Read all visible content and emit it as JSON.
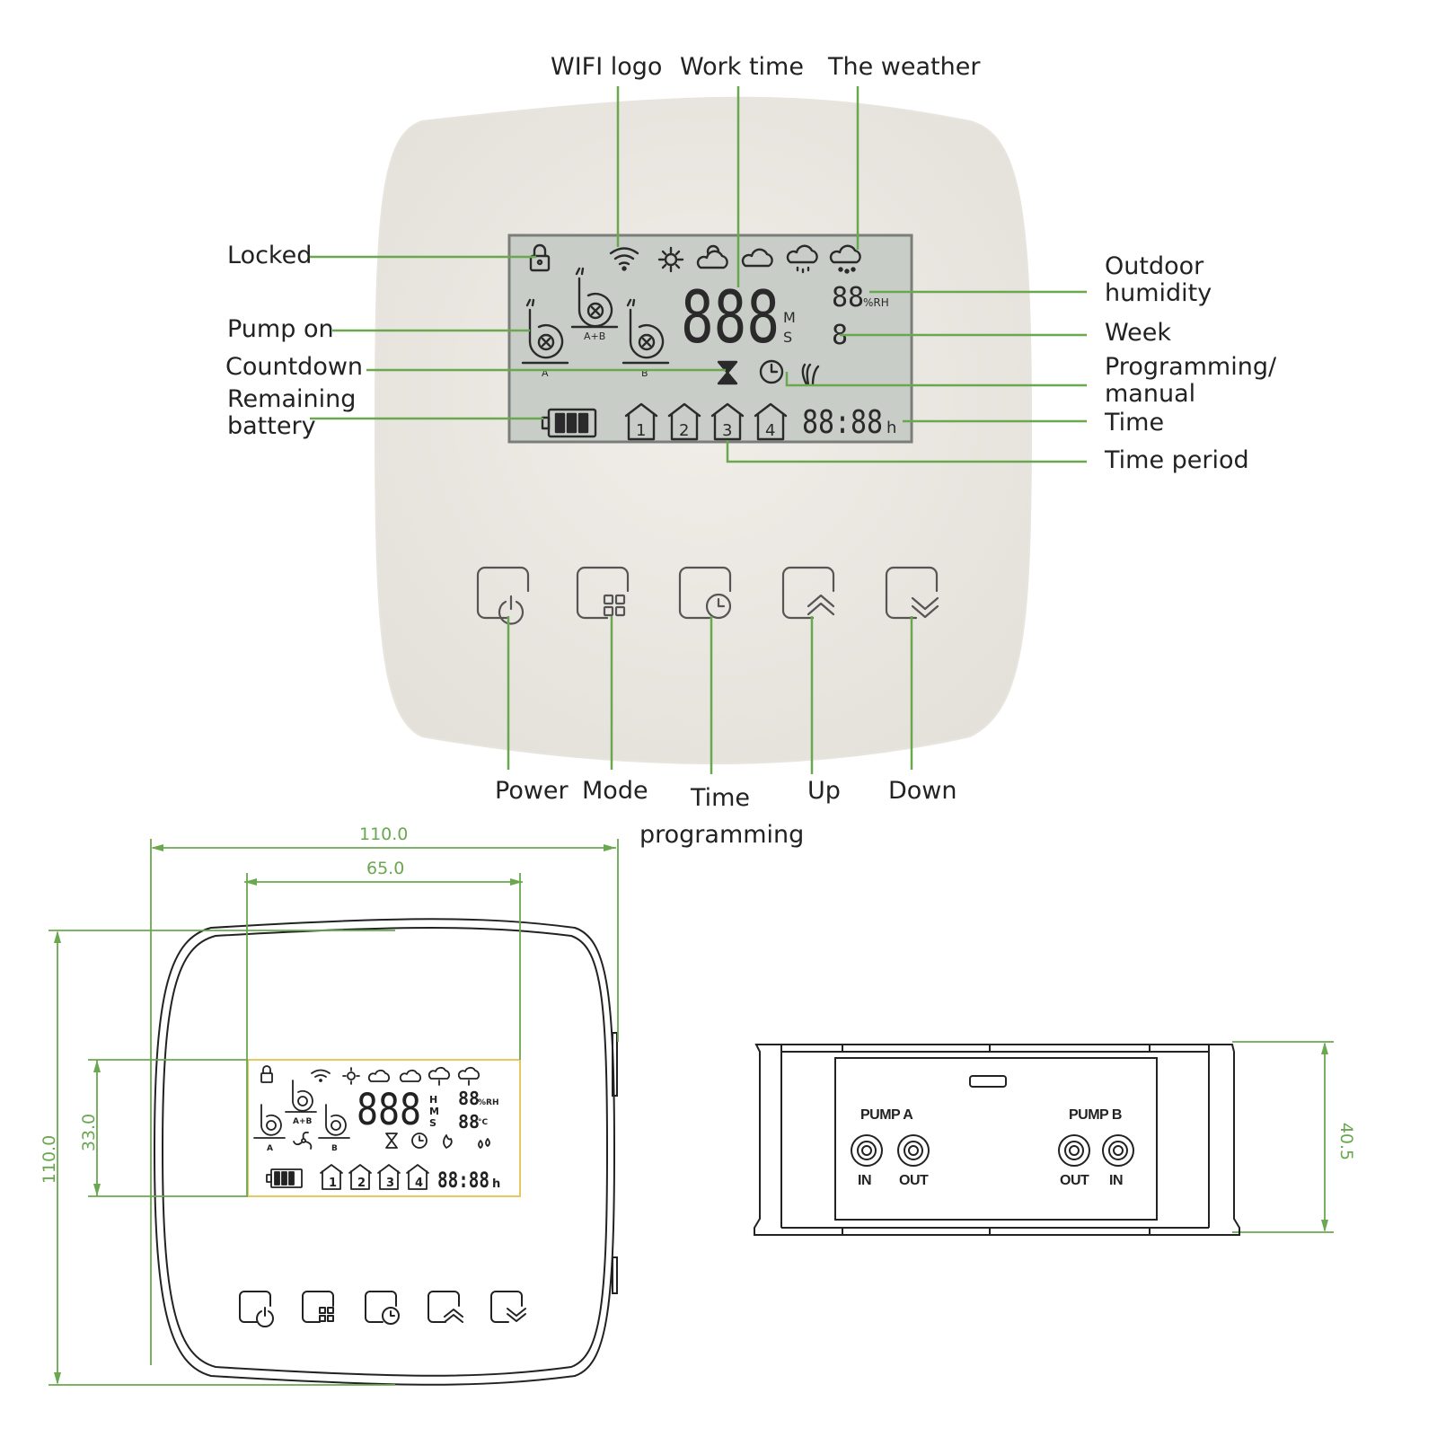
{
  "callouts": {
    "wifi_logo": "WIFI logo",
    "work_time": "Work time",
    "the_weather": "The weather",
    "locked": "Locked",
    "pump_on": "Pump on",
    "countdown": "Countdown",
    "remaining_battery": "Remaining battery",
    "outdoor_humidity": "Outdoor humidity",
    "week": "Week",
    "programming_manual": "Programming/ manual",
    "time": "Time",
    "time_period": "Time period"
  },
  "buttons": {
    "power": "Power",
    "mode": "Mode",
    "time_programming": "Time programming",
    "up": "Up",
    "down": "Down"
  },
  "lcd": {
    "digits_main": "888",
    "unit_m": "M",
    "unit_s": "S",
    "humidity_digits": "88",
    "humidity_unit": "%RH",
    "week_digit": "8",
    "clock": "88:88",
    "clock_unit": "h",
    "pump_a": "A",
    "pump_ab": "A+B",
    "pump_b": "B",
    "periods": [
      "1",
      "2",
      "3",
      "4"
    ],
    "drawing_hm": "H",
    "drawing_temp_unit": "°C"
  },
  "dimensions": {
    "overall_width": "110.0",
    "screen_width": "65.0",
    "overall_height": "110.0",
    "screen_height": "33.0",
    "depth": "40.5"
  },
  "side_view": {
    "pump_a": "PUMP A",
    "pump_b": "PUMP B",
    "a_in": "IN",
    "a_out": "OUT",
    "b_out": "OUT",
    "b_in": "IN"
  },
  "colors": {
    "accent_green": "#6aa84f",
    "lcd_bg": "#c8ccc7",
    "device_bg": "#eeebe6",
    "screen_outline": "#e3c864"
  }
}
